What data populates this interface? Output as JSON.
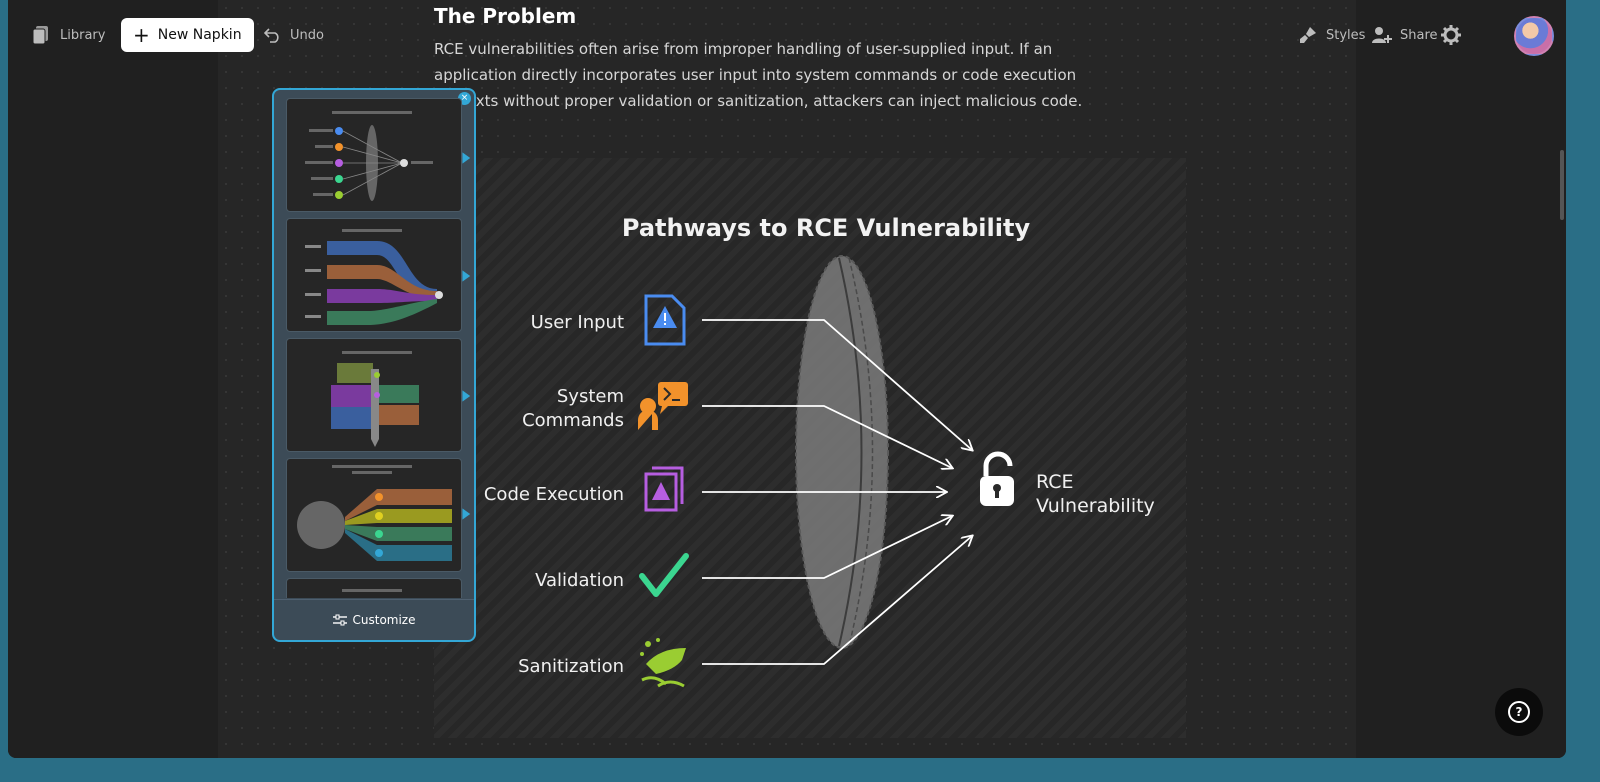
{
  "topbar": {
    "library_label": "Library",
    "new_label": "New Napkin",
    "undo_label": "Undo",
    "styles_label": "Styles",
    "share_label": "Share"
  },
  "doc": {
    "heading": "The Problem",
    "paragraph": "RCE vulnerabilities often arise from improper handling of user-supplied input. If an application directly incorporates user input into system commands or code execution contexts without proper validation or sanitization, attackers can inject malicious code."
  },
  "diagram": {
    "title": "Pathways to RCE Vulnerability",
    "inputs": [
      {
        "label": "User Input",
        "icon": "document-warning-icon",
        "color": "#4a8cf0"
      },
      {
        "label": "System Commands",
        "icon": "person-terminal-icon",
        "color": "#f2922b"
      },
      {
        "label": "Code Execution",
        "icon": "stacked-warning-icon",
        "color": "#b65ee0"
      },
      {
        "label": "Validation",
        "icon": "checkmark-icon",
        "color": "#3bd690"
      },
      {
        "label": "Sanitization",
        "icon": "cleaning-hand-icon",
        "color": "#9acd32"
      }
    ],
    "output": {
      "label": "RCE Vulnerability",
      "icon": "padlock-open-icon"
    }
  },
  "panel": {
    "customize_label": "Customize",
    "thumbnail_count": 5
  },
  "colors": {
    "accent": "#33a7d6",
    "canvas": "#262626"
  }
}
